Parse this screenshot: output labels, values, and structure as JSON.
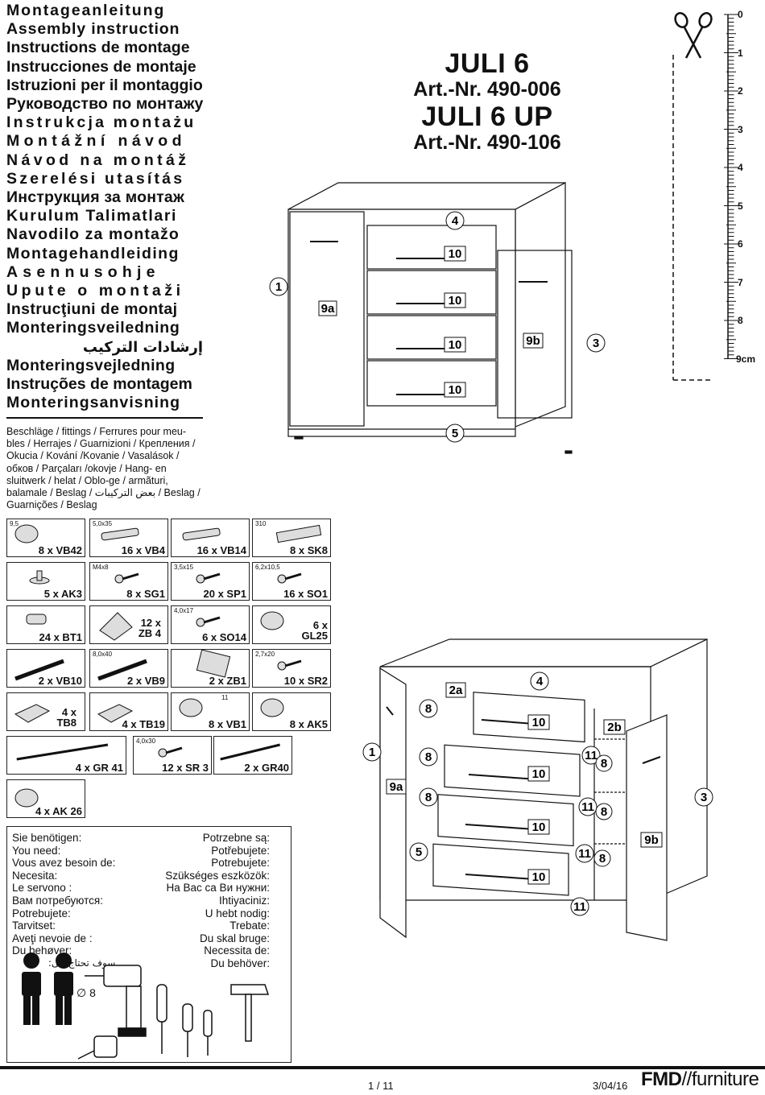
{
  "titles": [
    "Montageanleitung",
    "Assembly instruction",
    "Instructions de montage",
    "Instrucciones de montaje",
    "Istruzioni per il montaggio",
    "Руководство по монтажу",
    "Instrukcja montażu",
    "Montážní návod",
    "Návod na montáž",
    "Szerelési utasítás",
    "Инструкция за монтаж",
    "Kurulum Talimatlari",
    "Navodilo za montažo",
    "Montagehandleiding",
    "Asennusohje",
    "Upute o montaži",
    "Instrucţiuni de montaj",
    "Monteringsveiledning",
    "إرشادات التركيب",
    "Monteringsvejledning",
    "Instruções de montagem",
    "Monteringsanvisning"
  ],
  "fittings_text": [
    "Beschläge / fittings / Ferrures pour meu-",
    "bles / Herrajes / Guarnizioni / Крепления /",
    "Okucia / Kování /Kovanie / Vasalások /",
    "обков / Parçaları /okovje / Hang- en",
    "sluitwerk / helat / Oblo-ge / armãturi,",
    "balamale / Beslag / بعض التركيبات / Beslag /",
    "Guarnições / Beslag"
  ],
  "product": {
    "name1": "JULI 6",
    "art1": "Art.-Nr. 490-006",
    "name2": "JULI 6 UP",
    "art2": "Art.-Nr. 490-106"
  },
  "parts": [
    {
      "id": "vb42",
      "label": "8 x VB42",
      "dim": "9,5"
    },
    {
      "id": "vb4",
      "label": "16 x VB4",
      "dim": "5,0x35"
    },
    {
      "id": "vb14",
      "label": "16 x VB14",
      "dim": ""
    },
    {
      "id": "sk8",
      "label": "8 x SK8",
      "dim": "310"
    },
    {
      "id": "ak3",
      "label": "5 x AK3",
      "dim": ""
    },
    {
      "id": "sg1",
      "label": "8 x SG1",
      "dim": "M4x8"
    },
    {
      "id": "sp1",
      "label": "20 x SP1",
      "dim": "3,5x15"
    },
    {
      "id": "so1",
      "label": "16 x SO1",
      "dim": "6,2x10,5"
    },
    {
      "id": "bt1",
      "label": "24 x BT1",
      "dim": ""
    },
    {
      "id": "zb4",
      "label": "12 x\nZB 4",
      "dim": ""
    },
    {
      "id": "so14",
      "label": "6 x SO14",
      "dim": "4,0x17"
    },
    {
      "id": "gl25",
      "label": "6 x\nGL25",
      "dim": ""
    },
    {
      "id": "vb10",
      "label": "2 x VB10",
      "dim": ""
    },
    {
      "id": "vb9",
      "label": "2 x VB9",
      "dim": "8,0x40"
    },
    {
      "id": "zb1",
      "label": "2 x ZB1",
      "dim": ""
    },
    {
      "id": "sr2",
      "label": "10 x SR2",
      "dim": "2,7x20"
    },
    {
      "id": "tb8",
      "label": "4 x\nTB8",
      "dim": ""
    },
    {
      "id": "tb19",
      "label": "4 x TB19",
      "dim": ""
    },
    {
      "id": "vb1",
      "label": "8 x VB1",
      "dim": "11"
    },
    {
      "id": "ak5",
      "label": "8 x AK5",
      "dim": ""
    },
    {
      "id": "gr41",
      "label": "4 x GR 41",
      "dim": ""
    },
    {
      "id": "sr3",
      "label": "12 x SR 3",
      "dim": "4,0x30"
    },
    {
      "id": "gr40",
      "label": "2 x GR40",
      "dim": ""
    },
    {
      "id": "ak26",
      "label": "4 x AK 26",
      "dim": ""
    }
  ],
  "needs_left": [
    "Sie benötigen:",
    "You need:",
    "Vous avez besoin de:",
    "Necesita:",
    "Le servono :",
    "Вам потребуются:",
    "Potrebujete:",
    "Tarvitset:",
    "Aveţi nevoie de :",
    "Du behøver:",
    "سوف تحتاج إلى:"
  ],
  "needs_right": [
    "Potrzebne są:",
    "Potřebujete:",
    "Potrebujete:",
    "Szükséges eszközök:",
    "На Вас са Ви нужни:",
    "Ihtiyaciniz:",
    "U hebt nodig:",
    "Trebate:",
    "Du skal bruge:",
    "Necessita de:",
    "Du behöver:"
  ],
  "drill_size": "∅ 8",
  "ruler": {
    "ticks": [
      "0",
      "1",
      "2",
      "3",
      "4",
      "5",
      "6",
      "7",
      "8",
      "9cm"
    ]
  },
  "callouts_top": {
    "c1": "1",
    "c9a": "9a",
    "c4": "4",
    "c10a": "10",
    "c10b": "10",
    "c10c": "10",
    "c10d": "10",
    "c9b": "9b",
    "c3": "3",
    "c5": "5"
  },
  "callouts_bottom": {
    "c1": "1",
    "c9a": "9a",
    "c2a": "2a",
    "c4": "4",
    "c8a": "8",
    "c8b": "8",
    "c8c": "8",
    "c10a": "10",
    "c10b": "10",
    "c10c": "10",
    "c10d": "10",
    "c2b": "2b",
    "c11a": "11",
    "c11b": "11",
    "c11c": "11",
    "c11d": "11",
    "c8d": "8",
    "c8e": "8",
    "c8f": "8",
    "c3": "3",
    "c9b": "9b",
    "c5": "5"
  },
  "footer": {
    "page": "1 / 11",
    "date": "3/04/16",
    "brand_bold": "FMD",
    "brand_light": "//furniture"
  },
  "icons": [
    "scissors-icon",
    "two-persons-icon",
    "drill-icon",
    "screwdriver-icon",
    "phillips-screwdriver-icon",
    "hammer-icon",
    "tape-measure-icon"
  ]
}
